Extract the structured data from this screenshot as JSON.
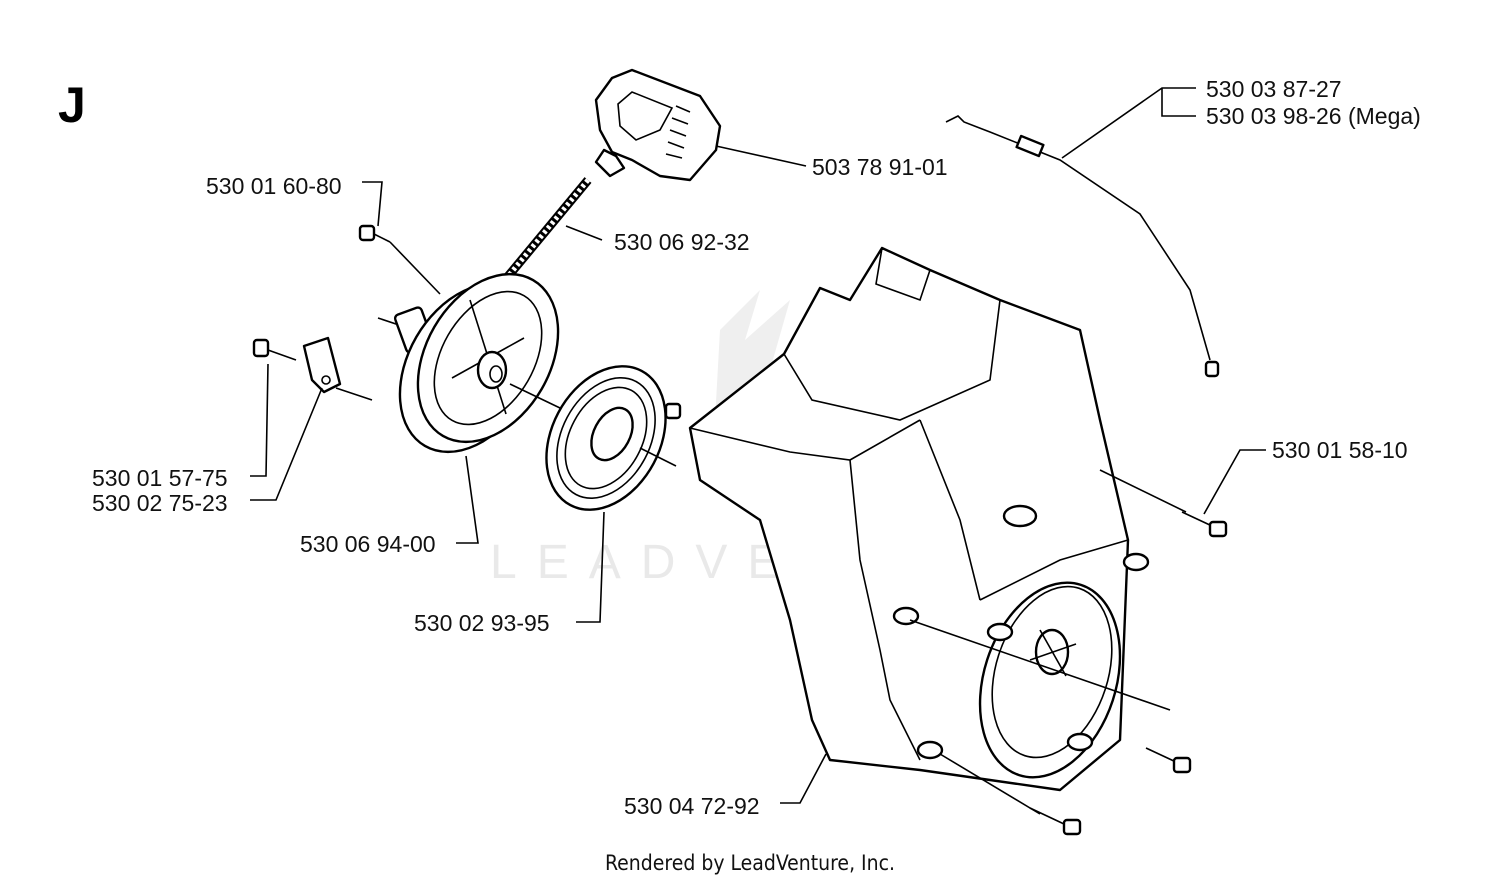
{
  "section_letter": "J",
  "watermark": "LEADVENTURE",
  "footer": "Rendered by LeadVenture, Inc.",
  "parts": [
    {
      "id": "starter-handle",
      "number": "503 78 91-01"
    },
    {
      "id": "starter-rope",
      "number": "530 06 92-32"
    },
    {
      "id": "pulley-screw",
      "number": "530 01 60-80"
    },
    {
      "id": "pawl-screw",
      "number": "530 01 57-75"
    },
    {
      "id": "pawl",
      "number": "530 02 75-23"
    },
    {
      "id": "rope-pulley",
      "number": "530 06 94-00"
    },
    {
      "id": "recoil-spring",
      "number": "530 02 93-95"
    },
    {
      "id": "throttle-cable",
      "number": "530 03 87-27"
    },
    {
      "id": "throttle-cable-mega",
      "number": "530 03 98-26 (Mega)"
    },
    {
      "id": "housing-screw",
      "number": "530 01 58-10"
    },
    {
      "id": "starter-housing",
      "number": "530 04 72-92"
    }
  ],
  "colors": {
    "line": "#000000",
    "background": "#ffffff",
    "watermark": "#e9e9e9"
  }
}
